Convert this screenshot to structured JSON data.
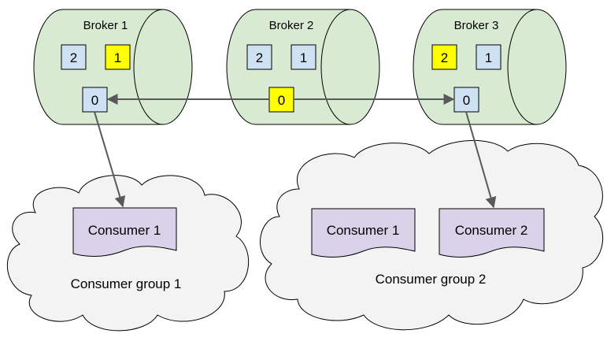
{
  "colors": {
    "broker_fill": "#d9ead3",
    "partition_replica": "#cfe2f3",
    "partition_leader": "#ffff00",
    "consumer_fill": "#d9d2e9",
    "group_fill": "#f3f3f3",
    "stroke": "#000000",
    "arrow": "#595959"
  },
  "brokers": [
    {
      "label": "Broker 1",
      "partitions": [
        {
          "label": "2",
          "role": "replica"
        },
        {
          "label": "1",
          "role": "leader"
        },
        {
          "label": "0",
          "role": "replica"
        }
      ]
    },
    {
      "label": "Broker 2",
      "partitions": [
        {
          "label": "2",
          "role": "replica"
        },
        {
          "label": "1",
          "role": "replica"
        },
        {
          "label": "0",
          "role": "leader"
        }
      ]
    },
    {
      "label": "Broker 3",
      "partitions": [
        {
          "label": "2",
          "role": "leader"
        },
        {
          "label": "1",
          "role": "replica"
        },
        {
          "label": "0",
          "role": "replica"
        }
      ]
    }
  ],
  "consumer_groups": [
    {
      "label": "Consumer group 1",
      "consumers": [
        {
          "label": "Consumer 1"
        }
      ]
    },
    {
      "label": "Consumer group 2",
      "consumers": [
        {
          "label": "Consumer 1"
        },
        {
          "label": "Consumer 2"
        }
      ]
    }
  ],
  "connections": [
    {
      "from": "broker-2 partition 0",
      "to": "broker-1 partition 0",
      "type": "replication"
    },
    {
      "from": "broker-2 partition 0",
      "to": "broker-3 partition 0",
      "type": "replication"
    },
    {
      "from": "broker-1 partition 0",
      "to": "consumer-group-1 consumer 1",
      "type": "consume"
    },
    {
      "from": "broker-3 partition 0",
      "to": "consumer-group-2 consumer 2",
      "type": "consume"
    }
  ]
}
